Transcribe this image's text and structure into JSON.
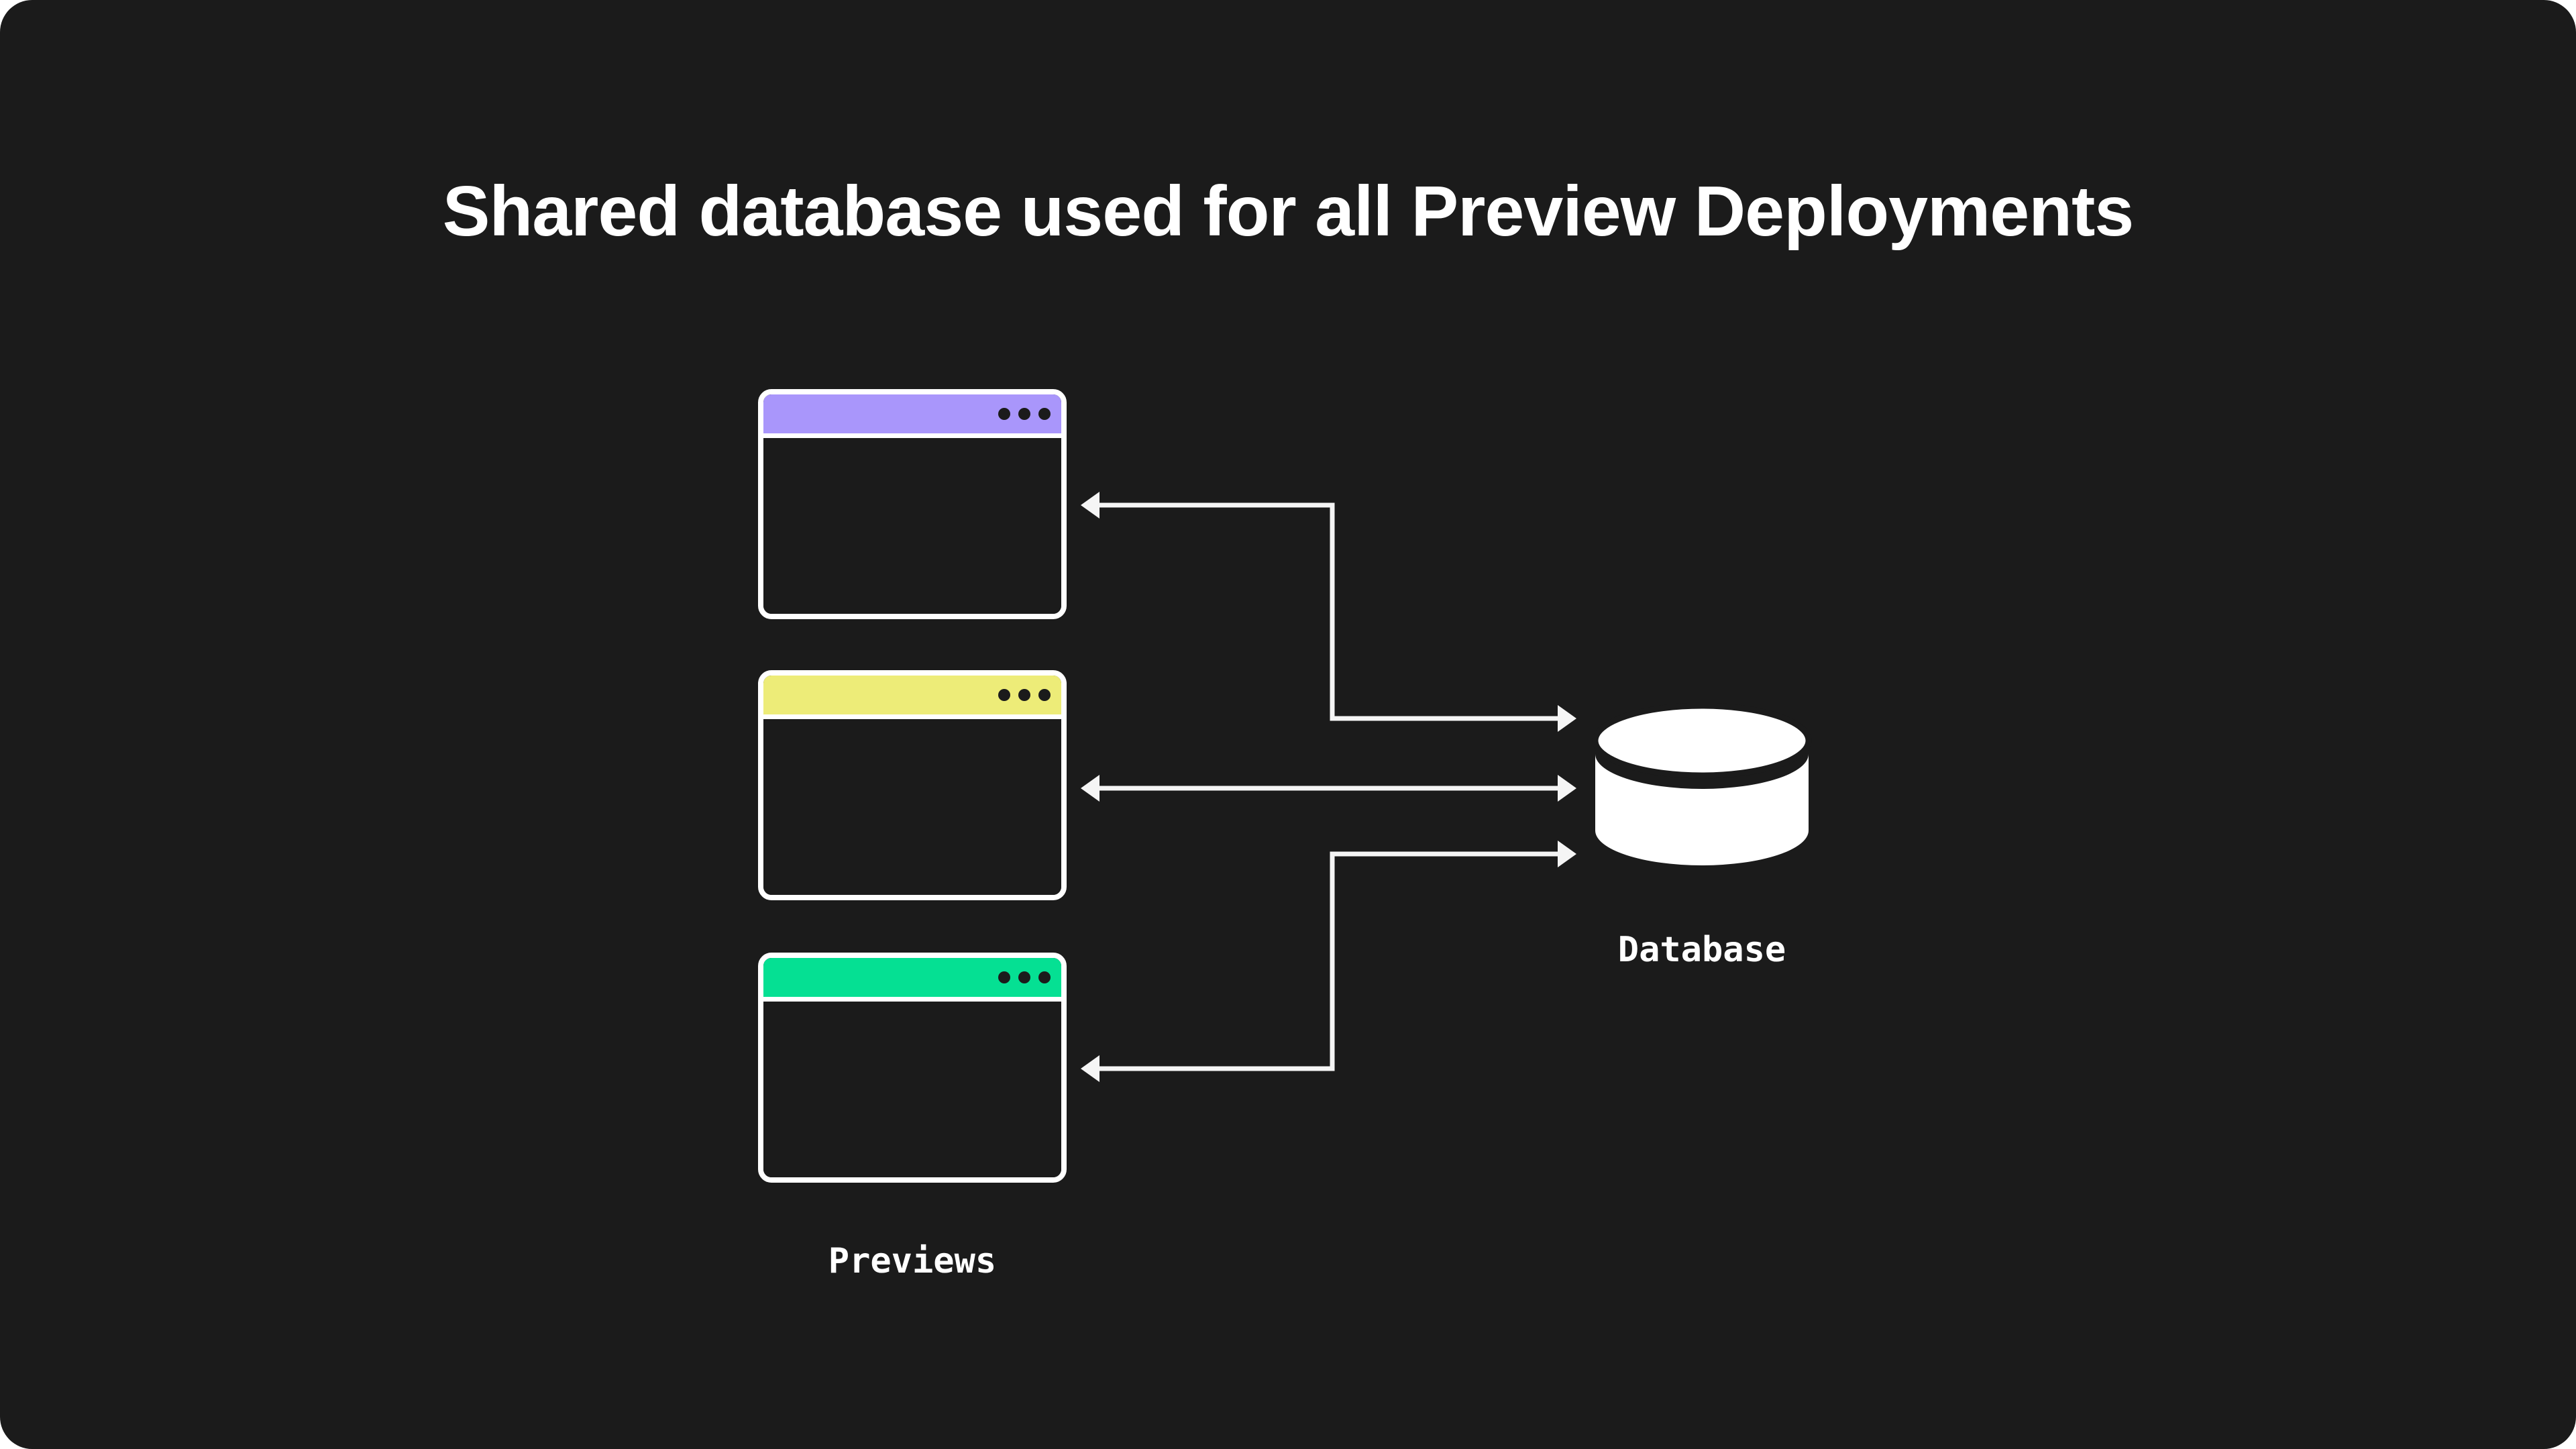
{
  "title": "Shared database used for all Preview Deployments",
  "previews": {
    "label": "Previews",
    "windows": [
      {
        "id": "preview-window-1",
        "bar_color": "#a996fb"
      },
      {
        "id": "preview-window-2",
        "bar_color": "#edec78"
      },
      {
        "id": "preview-window-3",
        "bar_color": "#05e093"
      }
    ]
  },
  "database": {
    "label": "Database",
    "icon": "database-cylinder-icon"
  },
  "connections": [
    {
      "from": "preview-window-1",
      "to": "database",
      "style": "elbow",
      "bidirectional": true
    },
    {
      "from": "preview-window-2",
      "to": "database",
      "style": "straight",
      "bidirectional": true
    },
    {
      "from": "preview-window-3",
      "to": "database",
      "style": "elbow",
      "bidirectional": true
    }
  ],
  "colors": {
    "background": "#1b1b1b",
    "title_text": "#ffffff",
    "window_border": "#ffffff",
    "window_body": "#1b1b1b",
    "titlebar_dots": "#1b1b1b",
    "arrow": "#f5f5f5",
    "database_fill": "#ffffff",
    "label_text": "#ffffff",
    "preview_bar_purple": "#a996fb",
    "preview_bar_yellow": "#edec78",
    "preview_bar_green": "#05e093"
  }
}
